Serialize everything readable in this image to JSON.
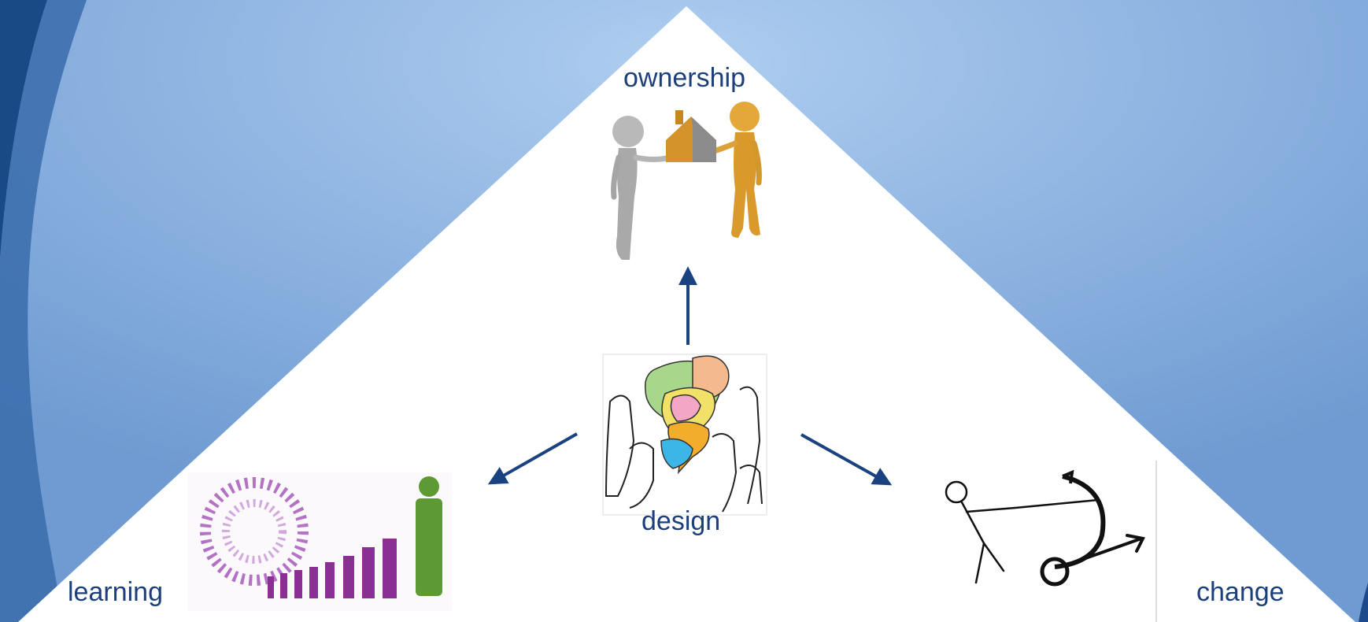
{
  "slide": {
    "colors": {
      "background_light": "#a9c8ee",
      "background_dark": "#6f9bd2",
      "accent_dark": "#1d4a8a",
      "triangle": "#ffffff",
      "arrow": "#1a4280",
      "label_text": "#1c3f7c"
    },
    "labels": {
      "top": "ownership",
      "center": "design",
      "left": "learning",
      "right": "change"
    },
    "images": {
      "top": "handing-over-house-figures",
      "center": "people-talking-speech-bubbles-sketch",
      "left": "growing-people-spiral",
      "right": "stick-figure-pulling-arrow"
    },
    "arrows": [
      "up-arrow",
      "down-left-arrow",
      "down-right-arrow"
    ]
  }
}
